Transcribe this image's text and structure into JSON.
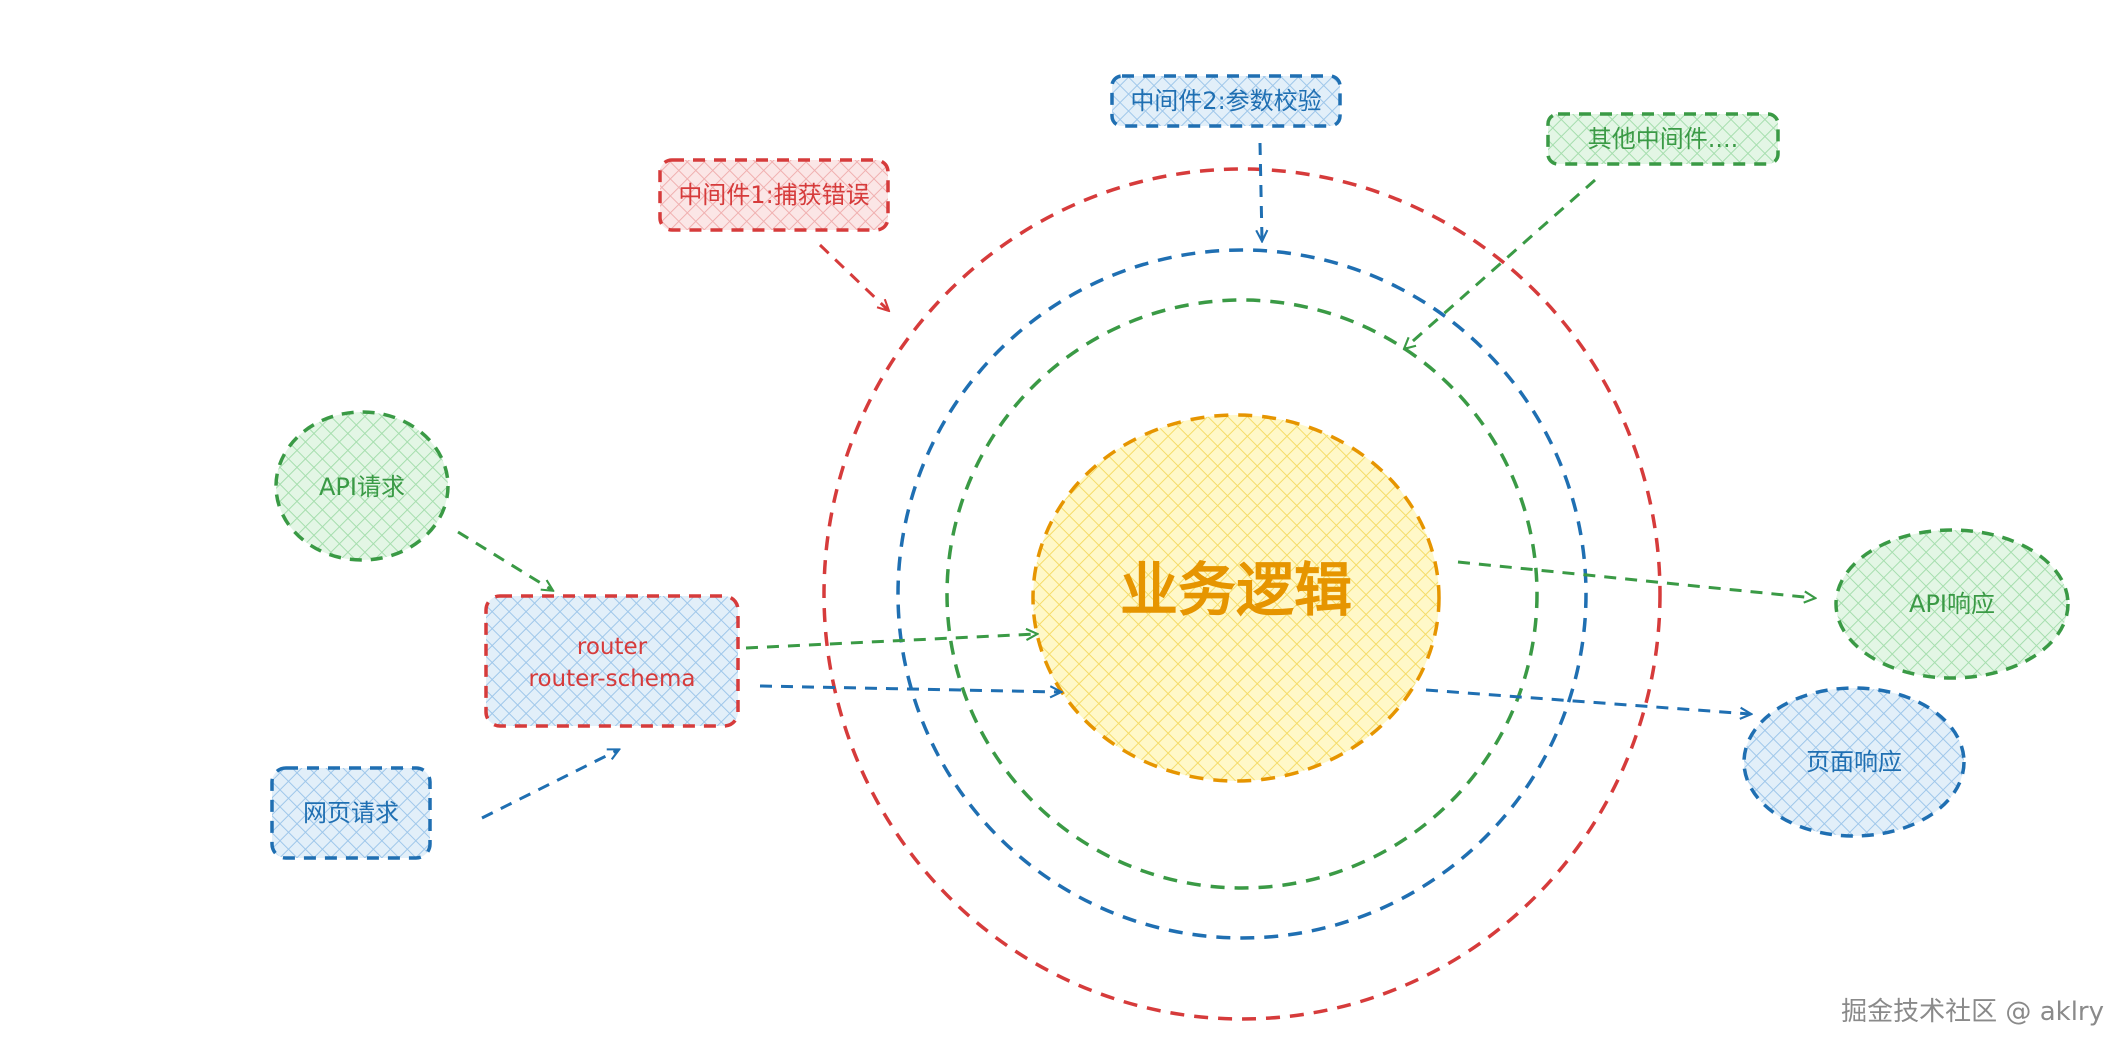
{
  "diagram": {
    "center": "业务逻辑",
    "middleware1": "中间件1:捕获错误",
    "middleware2": "中间件2:参数校验",
    "middleware_other": "其他中间件....",
    "api_request": "API请求",
    "page_request": "网页请求",
    "router_line1": "router",
    "router_line2": "router-schema",
    "api_response": "API响应",
    "page_response": "页面响应"
  },
  "colors": {
    "red": "#d63b3b",
    "blue": "#1f6fb2",
    "green": "#3a9a45",
    "orange": "#e69500",
    "yellow_fill": "#fff3a8",
    "green_fill": "#c8edcc",
    "blue_fill": "#c2dcf2",
    "red_fill": "#f6c9c9"
  },
  "watermark": "掘金技术社区 @ aklry"
}
